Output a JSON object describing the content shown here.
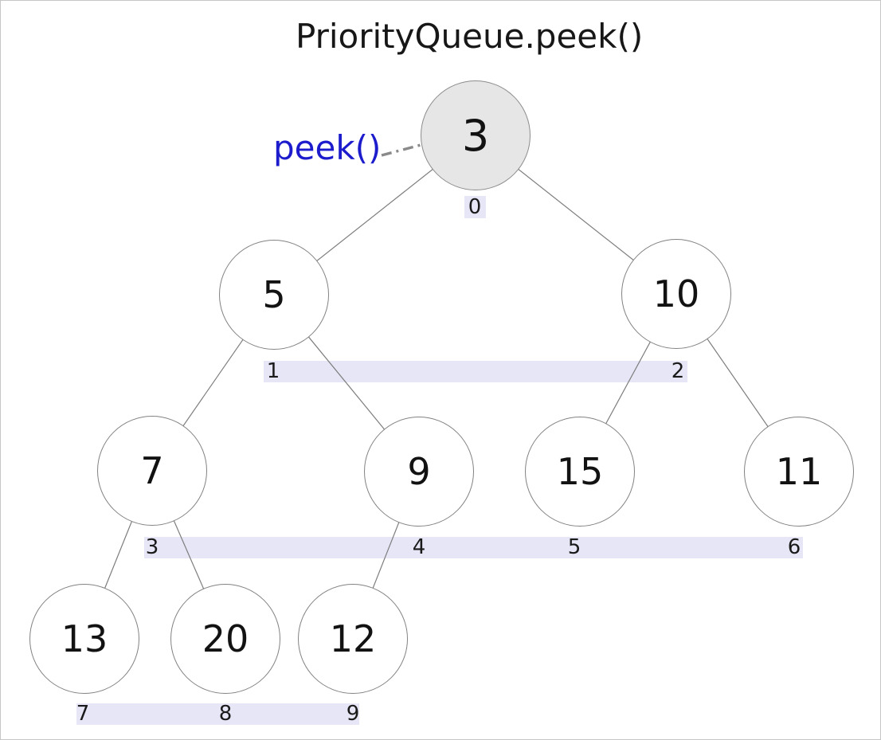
{
  "title": "PriorityQueue.peek()",
  "peek_annotation": {
    "label": "peek()",
    "target_value": "3"
  },
  "heap": {
    "structure": "binary-min-heap",
    "array": [
      3,
      5,
      10,
      7,
      9,
      15,
      11,
      13,
      20,
      12
    ],
    "nodes": [
      {
        "value": "3",
        "index": "0",
        "highlighted": true
      },
      {
        "value": "5",
        "index": "1",
        "highlighted": false
      },
      {
        "value": "10",
        "index": "2",
        "highlighted": false
      },
      {
        "value": "7",
        "index": "3",
        "highlighted": false
      },
      {
        "value": "9",
        "index": "4",
        "highlighted": false
      },
      {
        "value": "15",
        "index": "5",
        "highlighted": false
      },
      {
        "value": "11",
        "index": "6",
        "highlighted": false
      },
      {
        "value": "13",
        "index": "7",
        "highlighted": false
      },
      {
        "value": "20",
        "index": "8",
        "highlighted": false
      },
      {
        "value": "12",
        "index": "9",
        "highlighted": false
      }
    ],
    "edges": [
      [
        0,
        1
      ],
      [
        0,
        2
      ],
      [
        1,
        3
      ],
      [
        1,
        4
      ],
      [
        2,
        5
      ],
      [
        2,
        6
      ],
      [
        3,
        7
      ],
      [
        3,
        8
      ],
      [
        4,
        9
      ]
    ]
  },
  "chart_data": {
    "type": "diagram-tree",
    "title": "PriorityQueue.peek()",
    "node_values": [
      3,
      5,
      10,
      7,
      9,
      15,
      11,
      13,
      20,
      12
    ],
    "node_indices": [
      0,
      1,
      2,
      3,
      4,
      5,
      6,
      7,
      8,
      9
    ],
    "levels": [
      [
        0
      ],
      [
        1,
        2
      ],
      [
        3,
        4,
        5,
        6
      ],
      [
        7,
        8,
        9
      ]
    ],
    "annotation": "peek() points to root node 3"
  },
  "colors": {
    "highlight_node_fill": "#e6e6e6",
    "node_fill": "#ffffff",
    "node_border": "#828282",
    "edge_gray": "#7d7d7d",
    "index_band": "#e6e6f7",
    "annotation_blue": "#1c1ccd",
    "arrow_gray": "#8a8a8a"
  }
}
